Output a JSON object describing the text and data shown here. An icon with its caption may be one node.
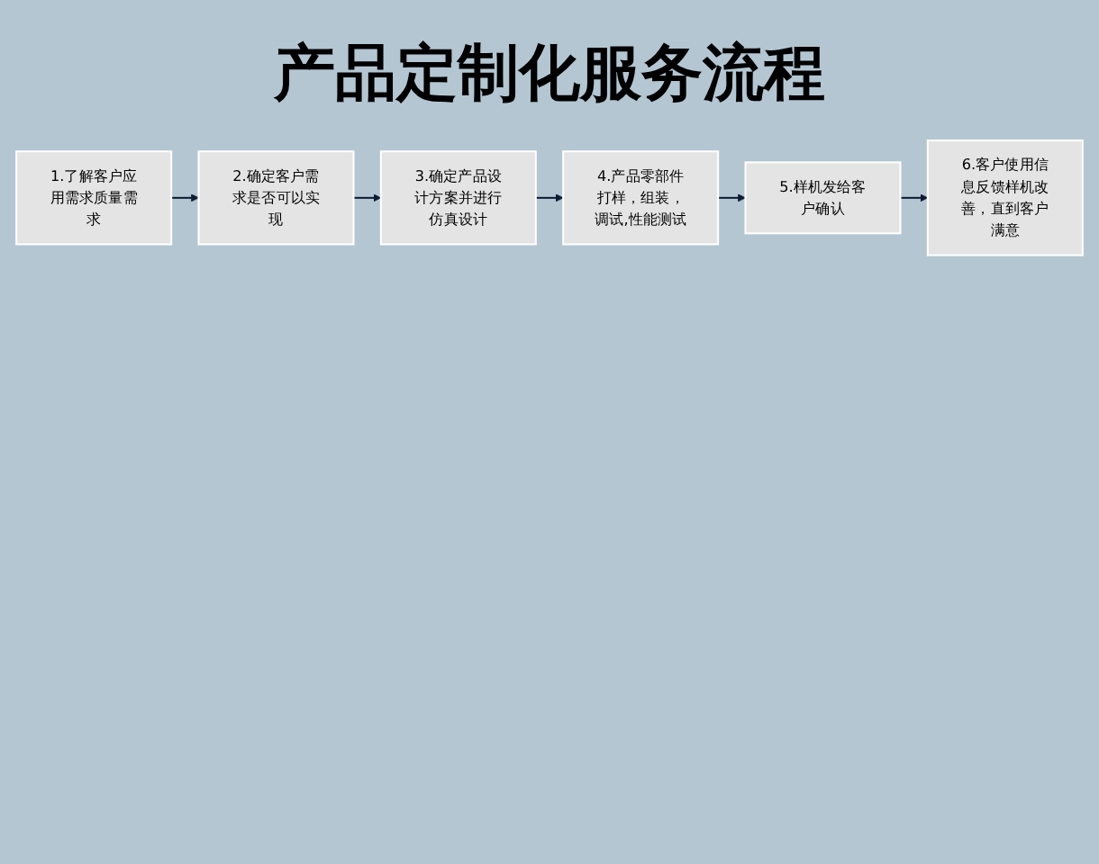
{
  "diagram": {
    "title": "产品定制化服务流程",
    "nodes": [
      {
        "text": [
          "1.了解客户应用需求质量需求"
        ]
      },
      {
        "text": [
          "2.确定客户需求是否可以实现"
        ]
      },
      {
        "text": [
          "3.确定产品设计方案并进行仿真设计"
        ]
      },
      {
        "text": [
          "4.产品零部件打样，组装，调试,性能测试"
        ]
      },
      {
        "text": [
          "5.样机发给客户确认"
        ]
      },
      {
        "text": [
          "6.客户使用信息反馈样机改善，直到客户满意"
        ]
      }
    ],
    "edges": [
      {
        "from": 0,
        "to": 1,
        "arrow": "to"
      },
      {
        "from": 1,
        "to": 2,
        "arrow": "to"
      },
      {
        "from": 2,
        "to": 3,
        "arrow": "to"
      },
      {
        "from": 3,
        "to": 4,
        "arrow": "to"
      },
      {
        "from": 4,
        "to": 5,
        "arrow": "to"
      }
    ]
  }
}
